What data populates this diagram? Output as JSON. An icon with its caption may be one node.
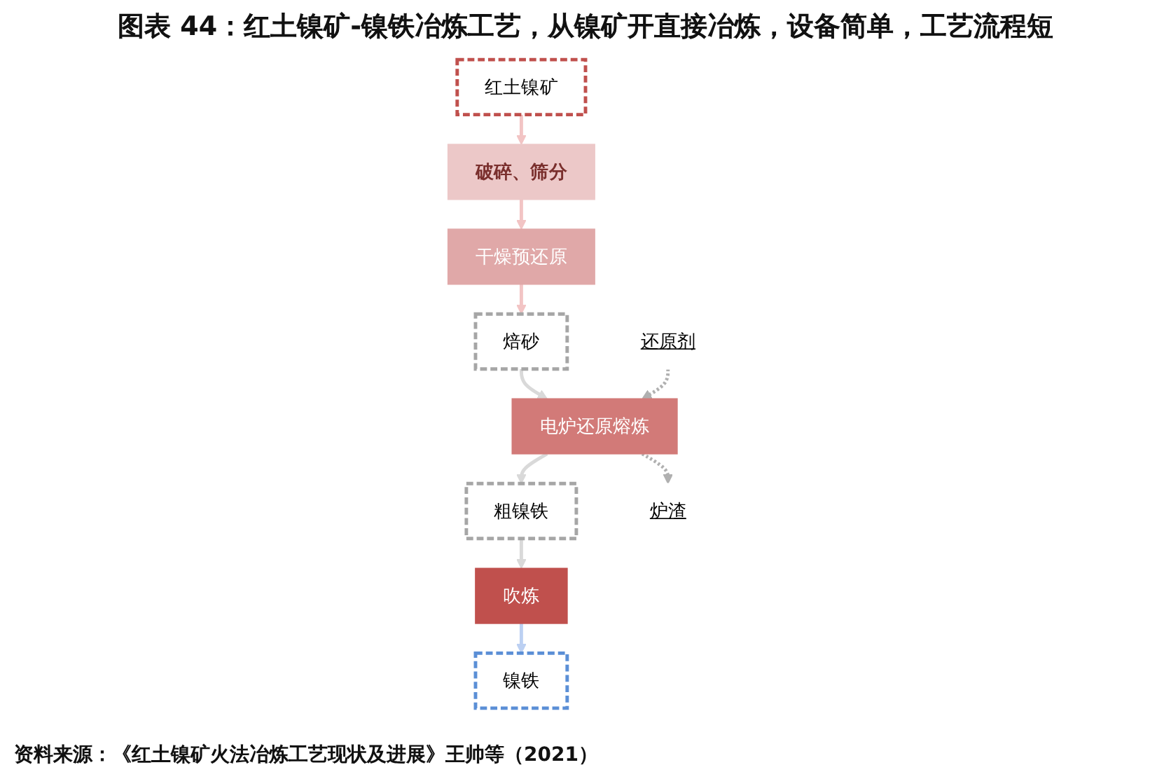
{
  "diagram": {
    "title": "图表 44：红土镍矿-镍铁冶炼工艺，从镍矿开直接冶炼，设备简单，工艺流程短",
    "caption": "资料来源：《红土镍矿火法冶炼工艺现状及进展》王帅等（2021）",
    "nodes": [
      {
        "text": [
          "红土镍矿"
        ]
      },
      {
        "text": [
          "破碎、筛分"
        ]
      },
      {
        "text": [
          "干燥预还原"
        ]
      },
      {
        "text": [
          "焙砂"
        ]
      },
      {
        "text": [
          "电炉还原熔炼"
        ]
      },
      {
        "text": [
          "粗镍铁"
        ]
      },
      {
        "text": [
          "吹炼"
        ]
      },
      {
        "text": [
          "镍铁"
        ]
      },
      {
        "text": [
          "还原剂"
        ]
      },
      {
        "text": [
          "炉渣"
        ]
      }
    ],
    "edges": [
      {
        "from": 0,
        "to": 1,
        "arrow": "to",
        "color": "#f2c4c4"
      },
      {
        "from": 1,
        "to": 2,
        "arrow": "to",
        "color": "#f2c4c4"
      },
      {
        "from": 2,
        "to": 3,
        "arrow": "to",
        "color": "#f2c4c4"
      },
      {
        "from": 3,
        "to": 4,
        "arrow": "to",
        "color": "#d9d9d9"
      },
      {
        "from": 4,
        "to": 5,
        "arrow": "to",
        "color": "#d9d9d9"
      },
      {
        "from": 5,
        "to": 6,
        "arrow": "to",
        "color": "#d9d9d9"
      },
      {
        "from": 6,
        "to": 7,
        "arrow": "to",
        "color": "#bcd0f2"
      },
      {
        "from": 8,
        "to": 4,
        "arrow": "to",
        "style": "dashed",
        "color": "#b0b0b0"
      },
      {
        "from": 4,
        "to": 9,
        "arrow": "to",
        "style": "dashed",
        "color": "#b0b0b0"
      }
    ]
  }
}
